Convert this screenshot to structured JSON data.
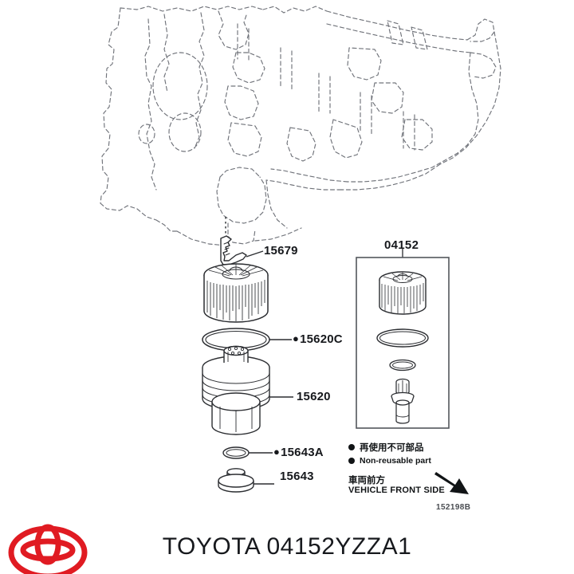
{
  "footer": {
    "title": "TOYOTA 04152YZZA1",
    "logo_name": "toyota-emblem",
    "logo_color": "#E01B22"
  },
  "diagram": {
    "drawing_id": "152198B",
    "kit_label": "04152",
    "engine_block_name": "engine-block-reference-outline"
  },
  "parts": [
    {
      "id": "15679",
      "label": "15679",
      "non_reusable": false,
      "name": "oil-filter-bracket-clip"
    },
    {
      "id": "15620C",
      "label": "15620C",
      "non_reusable": true,
      "name": "oil-filter-cap-o-ring"
    },
    {
      "id": "15620",
      "label": "15620",
      "non_reusable": false,
      "name": "oil-filter-housing-cap"
    },
    {
      "id": "15643A",
      "label": "15643A",
      "non_reusable": true,
      "name": "drain-plug-o-ring"
    },
    {
      "id": "15643",
      "label": "15643",
      "non_reusable": false,
      "name": "oil-filter-drain-plug"
    }
  ],
  "kit_contents": [
    {
      "name": "kit-filter-element"
    },
    {
      "name": "kit-large-o-ring"
    },
    {
      "name": "kit-small-o-ring"
    },
    {
      "name": "kit-drain-plug-tool"
    }
  ],
  "legend": {
    "non_reusable_jp": "再使用不可部品",
    "non_reusable_en": "Non-reusable part",
    "front_side_jp": "車両前方",
    "front_side_en": "VEHICLE FRONT SIDE",
    "arrow_name": "vehicle-front-arrow-icon"
  },
  "colors": {
    "line": "#2b2d31",
    "ghost_line": "#6d7076",
    "text": "#16181c",
    "brand_red": "#E01B22"
  }
}
